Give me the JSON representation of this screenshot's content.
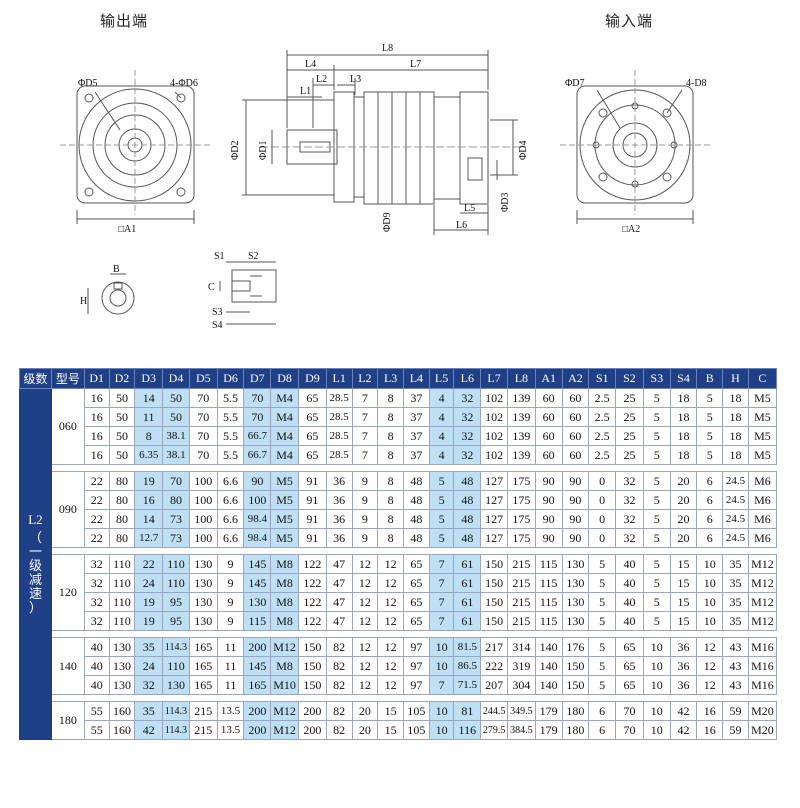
{
  "drawing": {
    "output_caption": "输出端",
    "input_caption": "输入端",
    "labels": {
      "d5": "ΦD5",
      "d6": "4-ΦD6",
      "a1": "□A1",
      "l8": "L8",
      "l4": "L4",
      "l7": "L7",
      "l2": "L2",
      "l3": "L3",
      "l1": "L1",
      "d2": "ΦD2",
      "d1": "ΦD1",
      "d4": "ΦD4",
      "d3": "ΦD3",
      "d9": "ΦD9",
      "l5": "L5",
      "l6": "L6",
      "d7": "ΦD7",
      "d8": "4-D8",
      "a2": "□A2",
      "b": "B",
      "h": "H",
      "s1": "S1",
      "s2": "S2",
      "c": "C",
      "s3": "S3",
      "s4": "S4"
    }
  },
  "table": {
    "headers": [
      "级数",
      "型号",
      "D1",
      "D2",
      "D3",
      "D4",
      "D5",
      "D6",
      "D7",
      "D8",
      "D9",
      "L1",
      "L2",
      "L3",
      "L4",
      "L5",
      "L6",
      "L7",
      "L8",
      "A1",
      "A2",
      "S1",
      "S2",
      "S3",
      "S4",
      "B",
      "H",
      "C"
    ],
    "level_label": "L2",
    "level_sub": [
      "（",
      "一",
      "级",
      "减",
      "速",
      "）"
    ],
    "highlight_columns": [
      2,
      3,
      6,
      7,
      13,
      14
    ],
    "groups": [
      {
        "model": "060",
        "rows": [
          [
            "16",
            "50",
            "14",
            "50",
            "70",
            "5.5",
            "70",
            "M4",
            "65",
            "28.5",
            "7",
            "8",
            "37",
            "4",
            "32",
            "102",
            "139",
            "60",
            "60",
            "2.5",
            "25",
            "5",
            "18",
            "5",
            "18",
            "M5"
          ],
          [
            "16",
            "50",
            "11",
            "50",
            "70",
            "5.5",
            "70",
            "M4",
            "65",
            "28.5",
            "7",
            "8",
            "37",
            "4",
            "32",
            "102",
            "139",
            "60",
            "60",
            "2.5",
            "25",
            "5",
            "18",
            "5",
            "18",
            "M5"
          ],
          [
            "16",
            "50",
            "8",
            "38.1",
            "70",
            "5.5",
            "66.7",
            "M4",
            "65",
            "28.5",
            "7",
            "8",
            "37",
            "4",
            "32",
            "102",
            "139",
            "60",
            "60",
            "2.5",
            "25",
            "5",
            "18",
            "5",
            "18",
            "M5"
          ],
          [
            "16",
            "50",
            "6.35",
            "38.1",
            "70",
            "5.5",
            "66.7",
            "M4",
            "65",
            "28.5",
            "7",
            "8",
            "37",
            "4",
            "32",
            "102",
            "139",
            "60",
            "60",
            "2.5",
            "25",
            "5",
            "18",
            "5",
            "18",
            "M5"
          ]
        ]
      },
      {
        "model": "090",
        "rows": [
          [
            "22",
            "80",
            "19",
            "70",
            "100",
            "6.6",
            "90",
            "M5",
            "91",
            "36",
            "9",
            "8",
            "48",
            "5",
            "48",
            "127",
            "175",
            "90",
            "90",
            "0",
            "32",
            "5",
            "20",
            "6",
            "24.5",
            "M6"
          ],
          [
            "22",
            "80",
            "16",
            "80",
            "100",
            "6.6",
            "100",
            "M5",
            "91",
            "36",
            "9",
            "8",
            "48",
            "5",
            "48",
            "127",
            "175",
            "90",
            "90",
            "0",
            "32",
            "5",
            "20",
            "6",
            "24.5",
            "M6"
          ],
          [
            "22",
            "80",
            "14",
            "73",
            "100",
            "6.6",
            "98.4",
            "M5",
            "91",
            "36",
            "9",
            "8",
            "48",
            "5",
            "48",
            "127",
            "175",
            "90",
            "90",
            "0",
            "32",
            "5",
            "20",
            "6",
            "24.5",
            "M6"
          ],
          [
            "22",
            "80",
            "12.7",
            "73",
            "100",
            "6.6",
            "98.4",
            "M5",
            "91",
            "36",
            "9",
            "8",
            "48",
            "5",
            "48",
            "127",
            "175",
            "90",
            "90",
            "0",
            "32",
            "5",
            "20",
            "6",
            "24.5",
            "M6"
          ]
        ]
      },
      {
        "model": "120",
        "rows": [
          [
            "32",
            "110",
            "22",
            "110",
            "130",
            "9",
            "145",
            "M8",
            "122",
            "47",
            "12",
            "12",
            "65",
            "7",
            "61",
            "150",
            "215",
            "115",
            "130",
            "5",
            "40",
            "5",
            "15",
            "10",
            "35",
            "M12"
          ],
          [
            "32",
            "110",
            "24",
            "110",
            "130",
            "9",
            "145",
            "M8",
            "122",
            "47",
            "12",
            "12",
            "65",
            "7",
            "61",
            "150",
            "215",
            "115",
            "130",
            "5",
            "40",
            "5",
            "15",
            "10",
            "35",
            "M12"
          ],
          [
            "32",
            "110",
            "19",
            "95",
            "130",
            "9",
            "130",
            "M8",
            "122",
            "47",
            "12",
            "12",
            "65",
            "7",
            "61",
            "150",
            "215",
            "115",
            "130",
            "5",
            "40",
            "5",
            "15",
            "10",
            "35",
            "M12"
          ],
          [
            "32",
            "110",
            "19",
            "95",
            "130",
            "9",
            "115",
            "M8",
            "122",
            "47",
            "12",
            "12",
            "65",
            "7",
            "61",
            "150",
            "215",
            "115",
            "130",
            "5",
            "40",
            "5",
            "15",
            "10",
            "35",
            "M12"
          ]
        ]
      },
      {
        "model": "140",
        "rows": [
          [
            "40",
            "130",
            "35",
            "114.3",
            "165",
            "11",
            "200",
            "M12",
            "150",
            "82",
            "12",
            "12",
            "97",
            "10",
            "81.5",
            "217",
            "314",
            "140",
            "176",
            "5",
            "65",
            "10",
            "36",
            "12",
            "43",
            "M16"
          ],
          [
            "40",
            "130",
            "24",
            "110",
            "165",
            "11",
            "145",
            "M8",
            "150",
            "82",
            "12",
            "12",
            "97",
            "10",
            "86.5",
            "222",
            "319",
            "140",
            "150",
            "5",
            "65",
            "10",
            "36",
            "12",
            "43",
            "M16"
          ],
          [
            "40",
            "130",
            "32",
            "130",
            "165",
            "11",
            "165",
            "M10",
            "150",
            "82",
            "12",
            "12",
            "97",
            "7",
            "71.5",
            "207",
            "304",
            "140",
            "150",
            "5",
            "65",
            "10",
            "36",
            "12",
            "43",
            "M16"
          ]
        ]
      },
      {
        "model": "180",
        "rows": [
          [
            "55",
            "160",
            "35",
            "114.3",
            "215",
            "13.5",
            "200",
            "M12",
            "200",
            "82",
            "20",
            "15",
            "105",
            "10",
            "81",
            "244.5",
            "349.5",
            "179",
            "180",
            "6",
            "70",
            "10",
            "42",
            "16",
            "59",
            "M20"
          ],
          [
            "55",
            "160",
            "42",
            "114.3",
            "215",
            "13.5",
            "200",
            "M12",
            "200",
            "82",
            "20",
            "15",
            "105",
            "10",
            "116",
            "279.5",
            "384.5",
            "179",
            "180",
            "6",
            "70",
            "10",
            "42",
            "16",
            "59",
            "M20"
          ]
        ]
      }
    ]
  }
}
